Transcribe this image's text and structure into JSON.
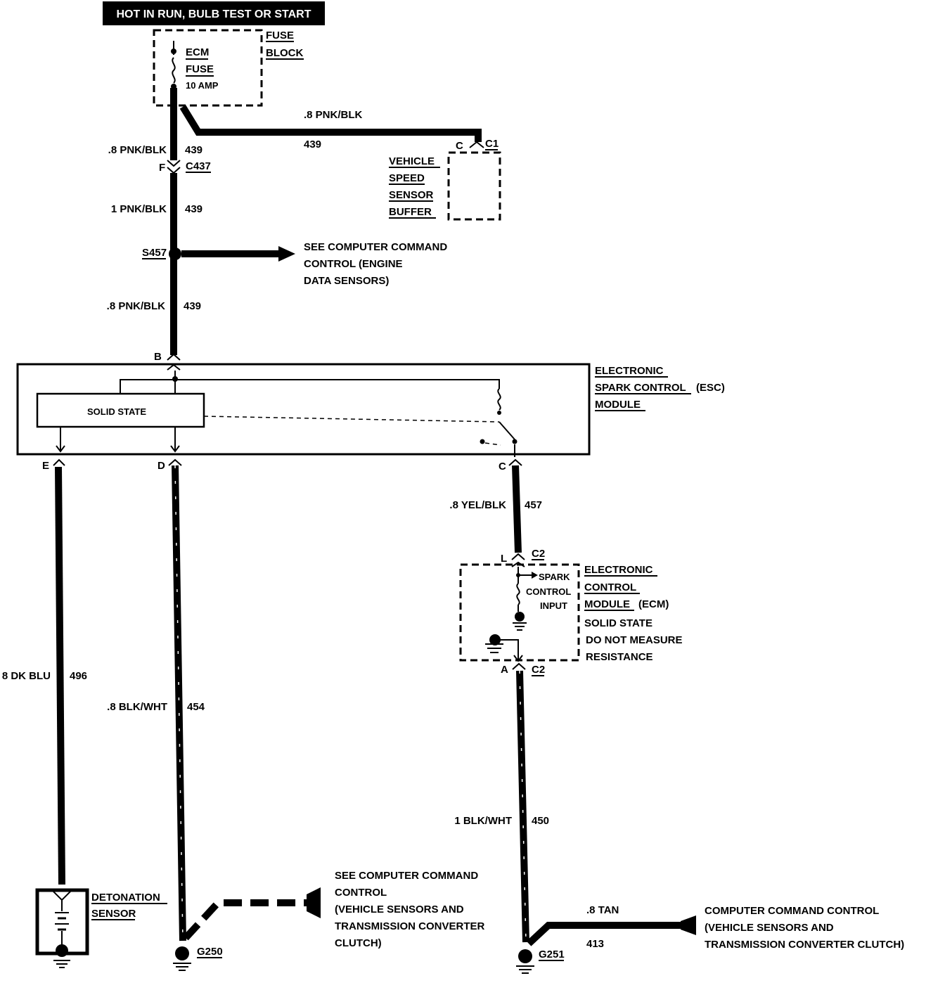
{
  "title": "HOT IN RUN, BULB TEST OR START",
  "fuse_block": {
    "line1": "FUSE",
    "line2": "BLOCK"
  },
  "fuse": {
    "line1": "ECM",
    "line2": "FUSE",
    "rating": "10 AMP"
  },
  "vss_buffer": {
    "lines": [
      "VEHICLE",
      "SPEED",
      "SENSOR",
      "BUFFER"
    ],
    "pin": "C",
    "connector": "C1"
  },
  "wires": {
    "w439_top": {
      "gauge_color": ".8 PNK/BLK",
      "circuit": "439"
    },
    "w439_right": {
      "gauge_color": ".8 PNK/BLK",
      "circuit": "439"
    },
    "w439_mid": {
      "gauge_color": "1 PNK/BLK",
      "circuit": "439"
    },
    "w439_low": {
      "gauge_color": ".8 PNK/BLK",
      "circuit": "439"
    },
    "w496": {
      "gauge_color": "8 DK BLU",
      "circuit": "496"
    },
    "w454": {
      "gauge_color": ".8 BLK/WHT",
      "circuit": "454"
    },
    "w457": {
      "gauge_color": ".8 YEL/BLK",
      "circuit": "457"
    },
    "w450": {
      "gauge_color": "1 BLK/WHT",
      "circuit": "450"
    },
    "w413": {
      "gauge_color": ".8 TAN",
      "circuit": "413"
    }
  },
  "connector_c437": {
    "pin": "F",
    "name": "C437"
  },
  "splice": {
    "name": "S457"
  },
  "splice_ref": [
    "SEE COMPUTER COMMAND",
    "CONTROL (ENGINE",
    "DATA SENSORS)"
  ],
  "esc_module": {
    "lines": [
      "ELECTRONIC",
      "SPARK CONTROL",
      "MODULE"
    ],
    "suffix": "(ESC)",
    "solid_state": "SOLID STATE",
    "pins": {
      "top": "B",
      "e": "E",
      "d": "D",
      "c": "C"
    }
  },
  "ecm": {
    "lines": [
      "ELECTRONIC",
      "CONTROL",
      "MODULE"
    ],
    "suffix": "(ECM)",
    "note": [
      "SOLID STATE",
      "DO NOT MEASURE",
      "RESISTANCE"
    ],
    "input": [
      "SPARK",
      "CONTROL",
      "INPUT"
    ],
    "pin_top": "L",
    "pin_bottom": "A",
    "connector": "C2"
  },
  "detonation_sensor": {
    "lines": [
      "DETONATION",
      "SENSOR"
    ]
  },
  "grounds": {
    "g250": "G250",
    "g251": "G251"
  },
  "g250_ref": [
    "SEE COMPUTER COMMAND",
    "CONTROL",
    "(VEHICLE SENSORS AND",
    "TRANSMISSION CONVERTER",
    "CLUTCH)"
  ],
  "g251_ref": [
    "COMPUTER COMMAND CONTROL",
    "(VEHICLE SENSORS AND",
    "TRANSMISSION CONVERTER CLUTCH)"
  ]
}
